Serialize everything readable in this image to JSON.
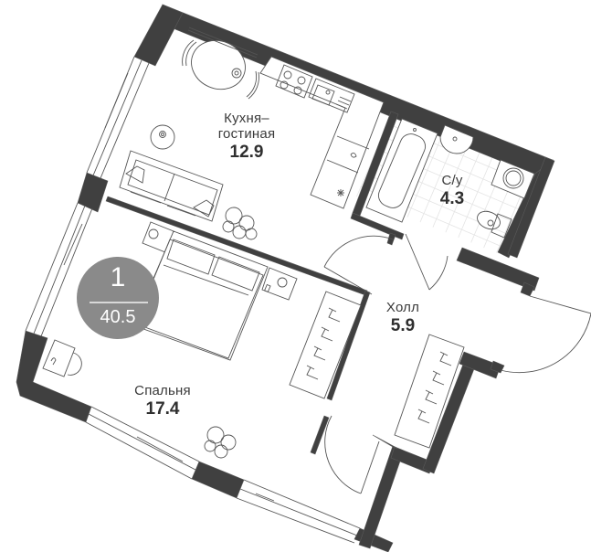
{
  "plan": {
    "type": "apartment-floor-plan",
    "rooms_count": "1",
    "total_area": "40.5",
    "colors": {
      "wall": "#404040",
      "badge": "#8a8a8a",
      "line": "#555555",
      "text": "#3a3a3a",
      "bathroom_tile": "#e4e4e4"
    }
  },
  "rooms": [
    {
      "id": "kitchen-living",
      "name": "Кухня–\nгостиная",
      "name_line1": "Кухня–",
      "name_line2": "гостиная",
      "area": "12.9"
    },
    {
      "id": "bathroom",
      "name": "С/у",
      "area": "4.3"
    },
    {
      "id": "hall",
      "name": "Холл",
      "area": "5.9"
    },
    {
      "id": "bedroom",
      "name": "Спальня",
      "area": "17.4"
    }
  ],
  "furniture": {
    "kitchen-living": [
      "dining-table",
      "chair",
      "chair",
      "stove",
      "sink",
      "kitchen-cabinet",
      "fridge",
      "round-side-table",
      "sofa",
      "plant"
    ],
    "bathroom": [
      "bathtub",
      "washbasin",
      "washing-machine",
      "toilet"
    ],
    "bedroom": [
      "double-bed",
      "nightstand",
      "nightstand",
      "desk",
      "plant",
      "wardrobe"
    ],
    "hall": [
      "wardrobe"
    ]
  }
}
